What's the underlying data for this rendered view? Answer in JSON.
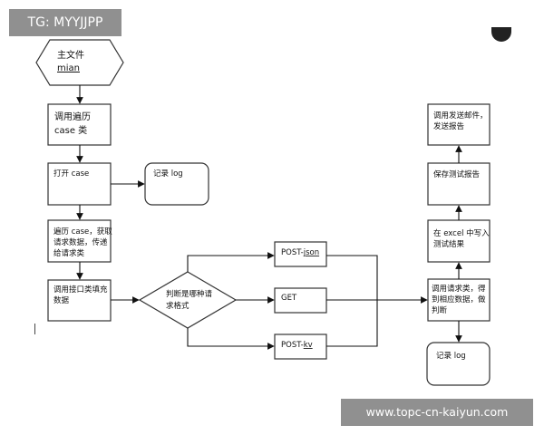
{
  "badges": {
    "top_left": "TG: MYYJJPP",
    "bottom_right": "www.topc-cn-kaiyun.com"
  },
  "nodes": {
    "main_line1": "主文件",
    "main_line2": "mian",
    "call_case_line1": "调用遍历",
    "call_case_line2": "case 类",
    "open_case": "打开 case",
    "log1": "记录 log",
    "traverse_line1": "遍历 case，获取",
    "traverse_line2": "请求数据，传递",
    "traverse_line3": "给请求类",
    "interface_line1": "调用接口类填充",
    "interface_line2": "数据",
    "decision_line1": "判断是哪种请",
    "decision_line2": "求格式",
    "post_json_prefix": "POST-",
    "post_json_suffix": "json",
    "get": "GET",
    "post_kv_prefix": "POST-",
    "post_kv_suffix": "kv",
    "call_request_line1": "调用请求类，得",
    "call_request_line2": "到相应数据，做",
    "call_request_line3": "判断",
    "write_excel_line1": "在 excel 中写入",
    "write_excel_line2": "测试结果",
    "save_report": "保存测试报告",
    "send_mail_line1": "调用发送邮件，",
    "send_mail_line2": "发送报告",
    "log2": "记录 log"
  }
}
